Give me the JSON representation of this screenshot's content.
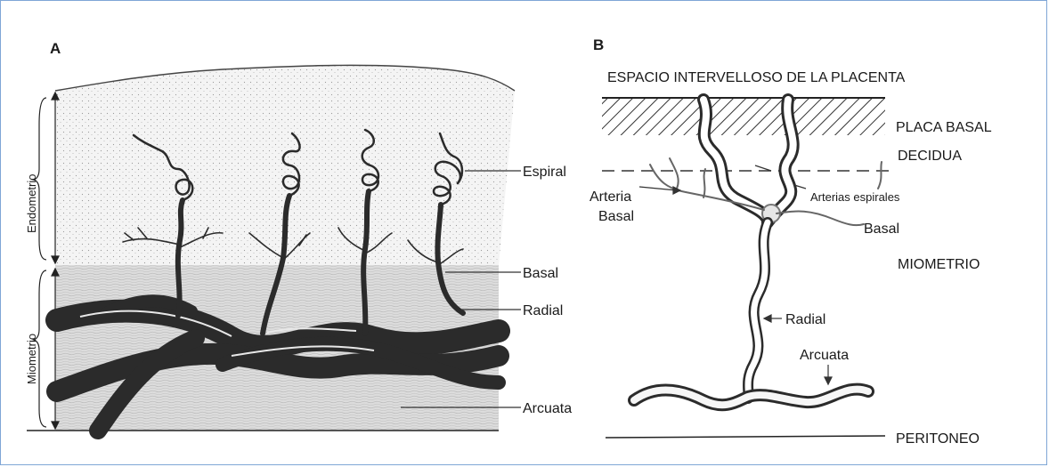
{
  "panel_a": {
    "letter": "A",
    "side_labels": {
      "endometrium": "Endometrio",
      "myometrium": "Miometrio"
    },
    "labels": {
      "spiral": "Espiral",
      "basal": "Basal",
      "radial": "Radial",
      "arcuate": "Arcuata"
    }
  },
  "panel_b": {
    "letter": "B",
    "title": "ESPACIO INTERVELLOSO DE LA PLACENTA",
    "labels": {
      "basal_plate": "PLACA BASAL",
      "decidua": "DECIDUA",
      "basal_artery_line1": "Arteria",
      "basal_artery_line2": "Basal",
      "spiral_arteries": "Arterias espirales",
      "basal": "Basal",
      "myometrium": "MIOMETRIO",
      "radial": "Radial",
      "arcuate": "Arcuata",
      "peritoneum": "PERITONEO"
    }
  },
  "colors": {
    "frame": "#7fa6d6",
    "vessel": "#2b2b2b",
    "tissue": "#d9d9d9"
  }
}
